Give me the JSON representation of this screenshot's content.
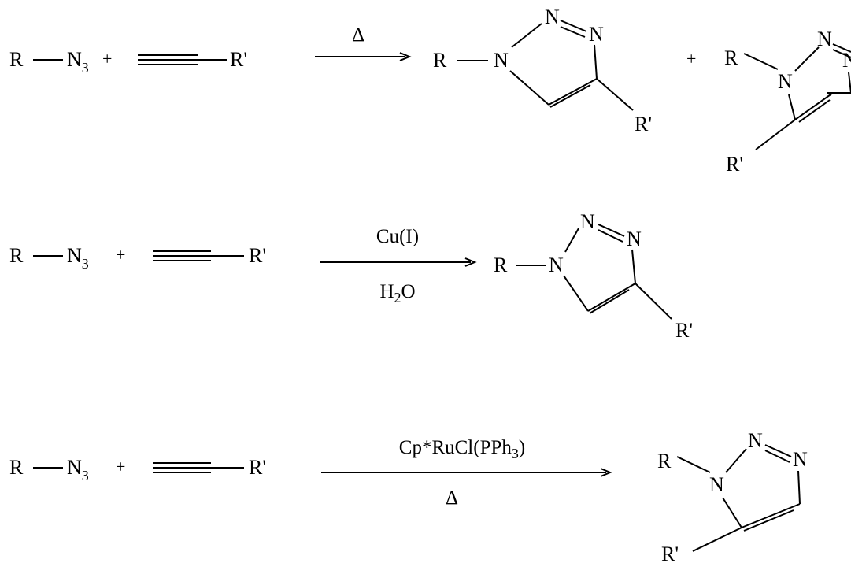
{
  "atoms": {
    "R": "R",
    "R_prime": "R'",
    "N": "N",
    "N3_main": "N",
    "N3_sub": "3"
  },
  "plus": "+",
  "reactions": [
    {
      "condition_top": "Δ",
      "condition_bottom": ""
    },
    {
      "condition_top": "Cu(I)",
      "condition_bottom_main": "H",
      "condition_bottom_sub": "2",
      "condition_bottom_tail": "O"
    },
    {
      "condition_top_main": "Cp*RuCl(PPh",
      "condition_top_sub": "3",
      "condition_top_tail": ")",
      "condition_bottom": "Δ"
    }
  ]
}
